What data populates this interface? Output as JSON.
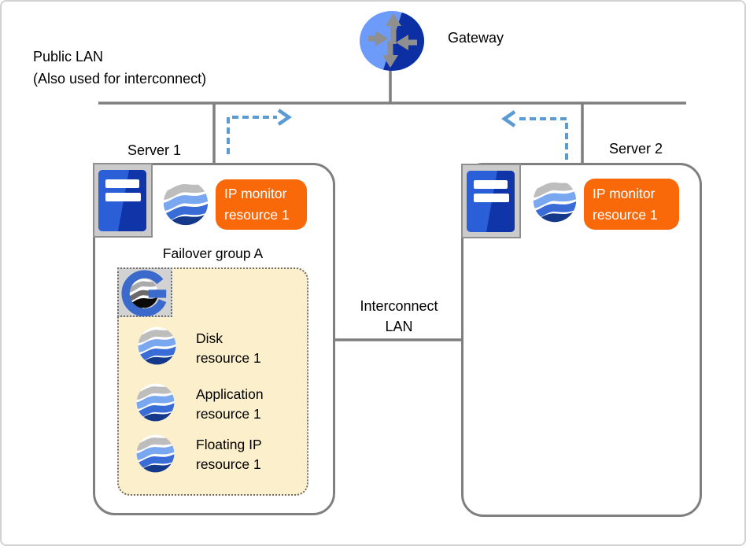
{
  "gateway": {
    "label": "Gateway",
    "icon": "gateway-router-icon"
  },
  "public_lan": {
    "label": "Public LAN\n(Also used for interconnect)"
  },
  "interconnect_lan": {
    "label": "Interconnect\nLAN"
  },
  "server1": {
    "label": "Server 1",
    "icon": "server-tower-icon",
    "ip_monitor": {
      "label": "IP monitor\nresource 1",
      "icon": "resource-sphere-icon"
    },
    "failover_group": {
      "label": "Failover group A",
      "icon": "failover-group-g-icon",
      "resources": [
        {
          "label": "Disk\nresource 1",
          "icon": "resource-sphere-icon"
        },
        {
          "label": "Application\nresource 1",
          "icon": "resource-sphere-icon"
        },
        {
          "label": "Floating IP\nresource 1",
          "icon": "resource-sphere-icon"
        }
      ]
    }
  },
  "server2": {
    "label": "Server 2",
    "icon": "server-tower-icon",
    "ip_monitor": {
      "label": "IP monitor\nresource 1",
      "icon": "resource-sphere-icon"
    }
  },
  "colors": {
    "wire_gray": "#7f7f7f",
    "arrow_blue": "#5b9bd5",
    "badge_orange": "#f9690a",
    "failover_fill": "#fcefcb",
    "server_blue_dark": "#0f35a8",
    "server_blue_light": "#2b5fd8",
    "gateway_blue_light": "#6d9bf9",
    "gateway_blue_dark": "#0c30a4"
  }
}
